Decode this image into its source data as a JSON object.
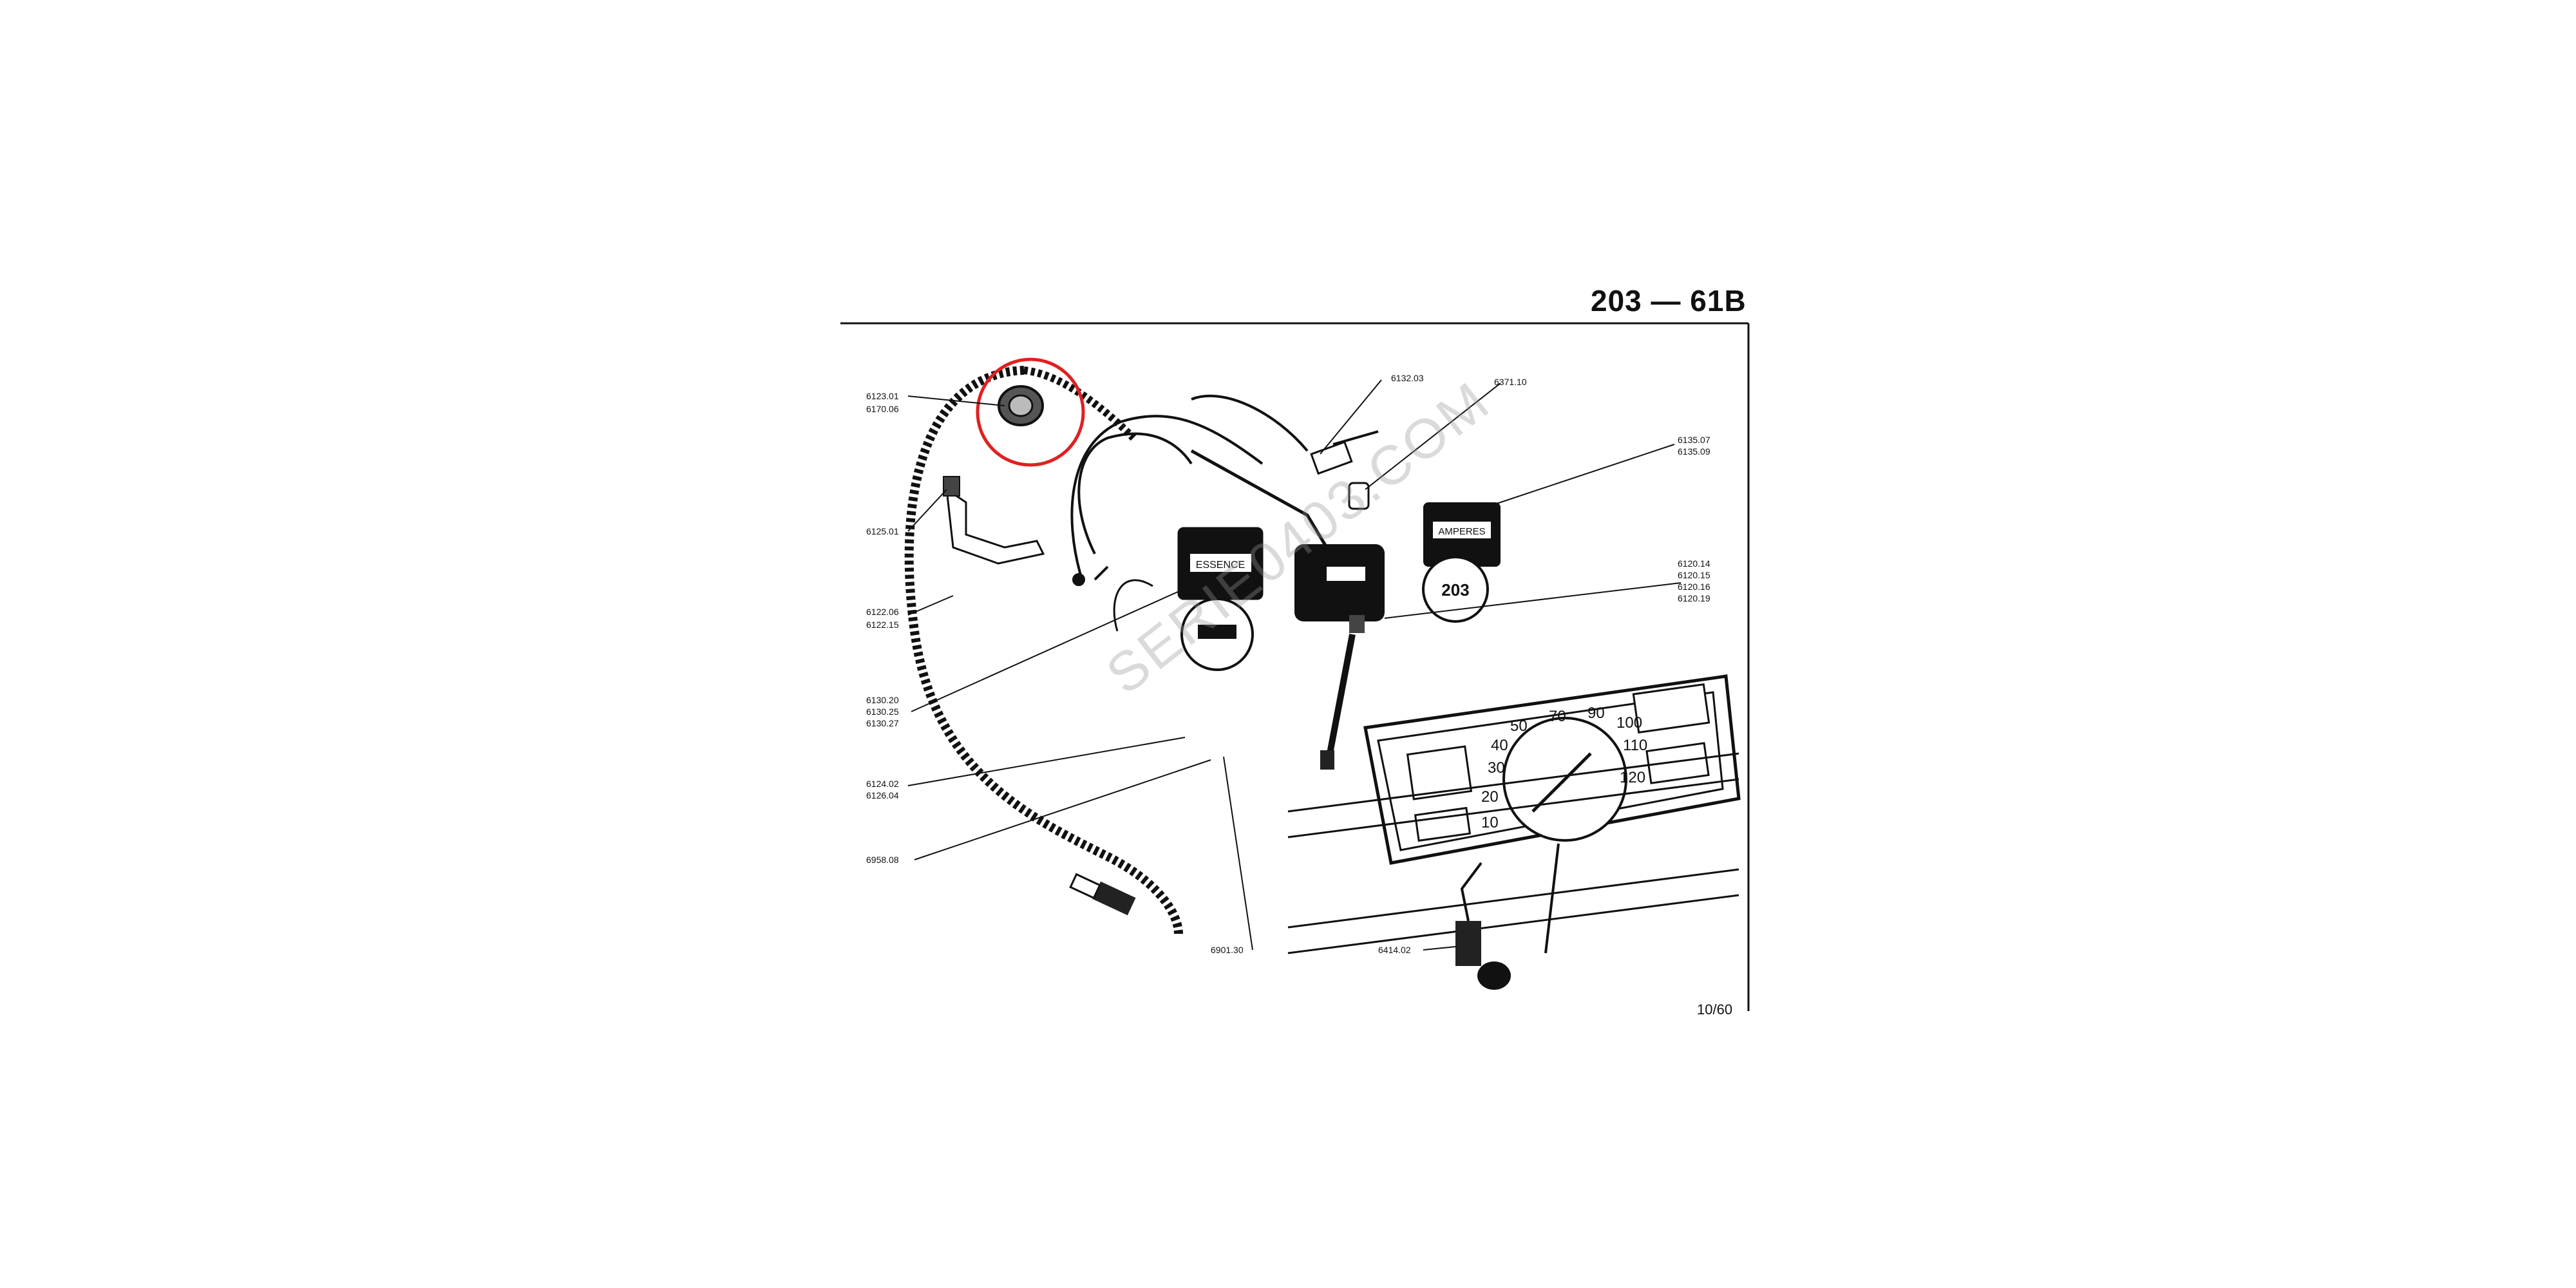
{
  "header": {
    "title": "203 — 61B"
  },
  "footer": {
    "page_number": "10/60"
  },
  "watermark": "SERIE0403.COM",
  "highlight": {
    "color": "#e02020",
    "target": "6123.01"
  },
  "callouts": {
    "c6123": [
      "6123.01",
      "6170.06"
    ],
    "c6125": [
      "6125.01"
    ],
    "c6122": [
      "6122.06",
      "6122.15"
    ],
    "c6130": [
      "6130.20",
      "6130.25",
      "6130.27"
    ],
    "c6124": [
      "6124.02",
      "6126.04"
    ],
    "c6958": [
      "6958.08"
    ],
    "c6901": [
      "6901.30"
    ],
    "c6132": [
      "6132.03"
    ],
    "c6371": [
      "6371.10"
    ],
    "c6135": [
      "6135.07",
      "6135.09"
    ],
    "c6120": [
      "6120.14",
      "6120.15",
      "6120.16",
      "6120.19"
    ],
    "c6414": [
      "6414.02"
    ]
  },
  "gauges": {
    "fuel_label": "ESSENCE",
    "amp_label": "AMPERES",
    "model_label": "203",
    "speed_ticks": [
      "10",
      "20",
      "30",
      "40",
      "50",
      "70",
      "90",
      "100",
      "110",
      "120"
    ]
  }
}
